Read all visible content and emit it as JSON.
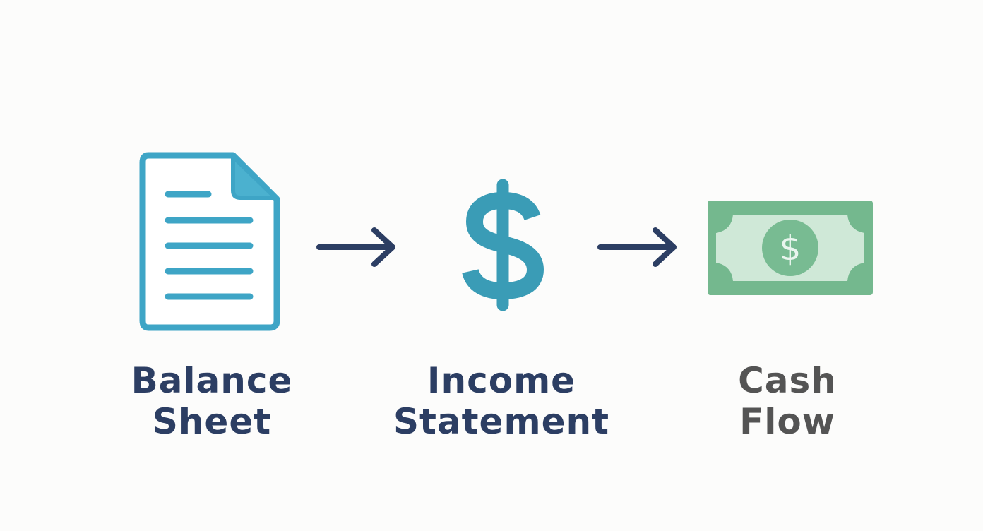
{
  "colors": {
    "doc_stroke": "#3ea5c6",
    "doc_fold": "#4bb1cf",
    "dollar": "#3a9cb6",
    "arrow": "#2c3e63",
    "bill_outer": "#74b88e",
    "bill_inner": "#cfe8d7",
    "bill_coin": "#78bb92",
    "bill_coin_symbol": "#e9f5ee",
    "label_primary": "#2c3e63",
    "label_secondary": "#545454"
  },
  "icons": {
    "doc": "document-icon",
    "dollar": "dollar-sign-icon",
    "bill": "banknote-icon",
    "arrow": "right-arrow-icon"
  },
  "steps": [
    {
      "line1": "Balance",
      "line2": "Sheet"
    },
    {
      "line1": "Income",
      "line2": "Statement"
    },
    {
      "line1": "Cash",
      "line2": "Flow"
    }
  ],
  "bill_symbol": "$"
}
